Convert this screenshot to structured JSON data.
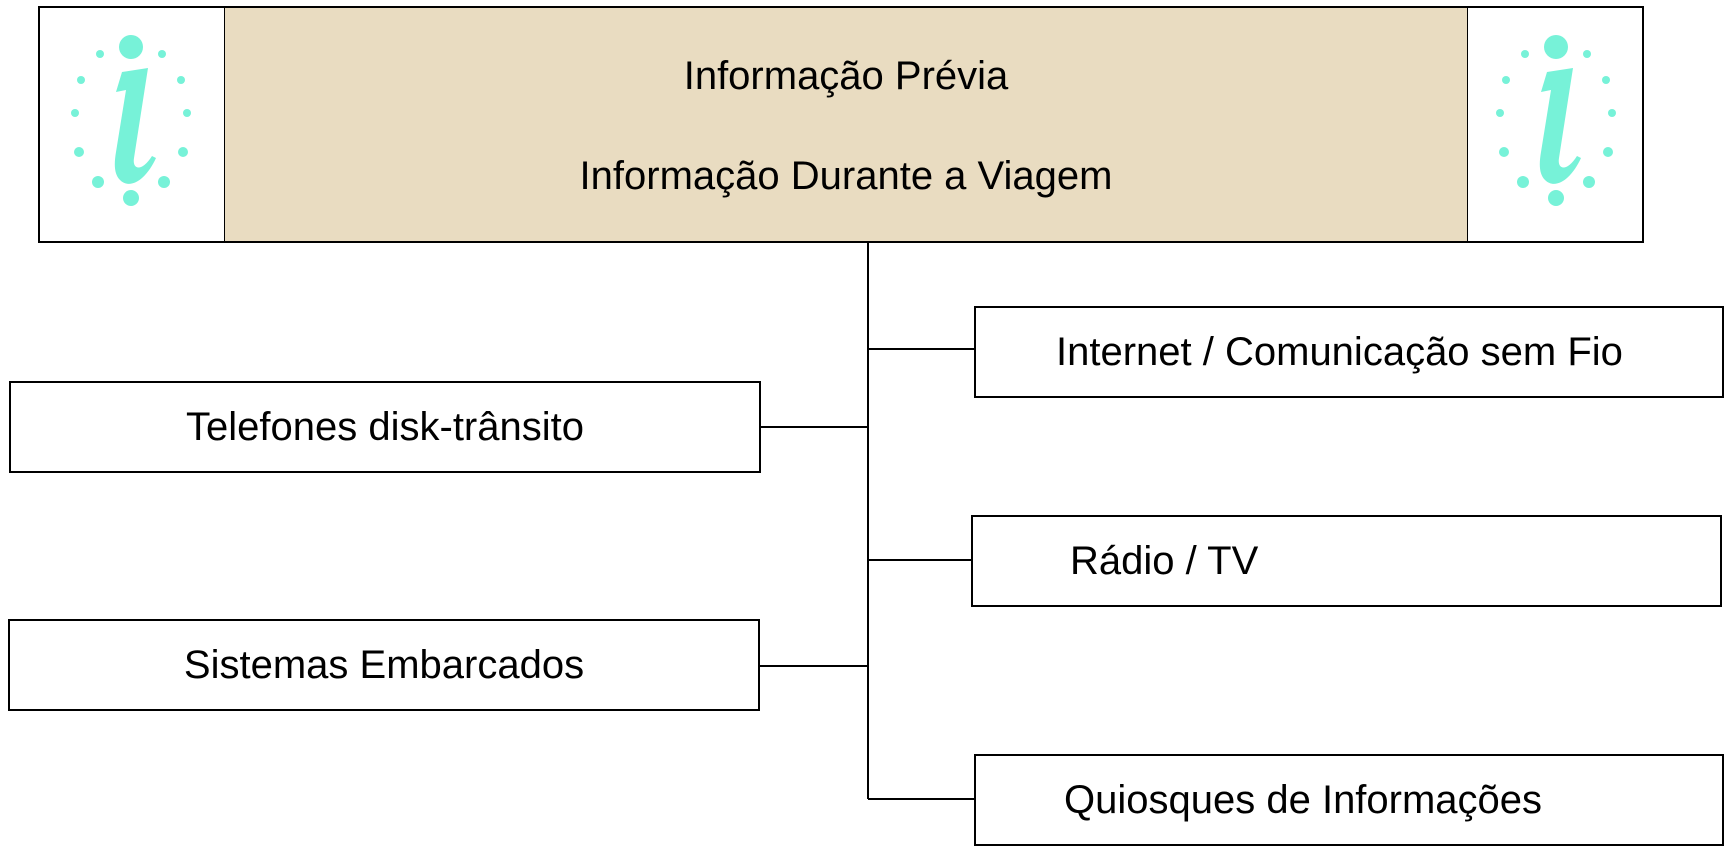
{
  "header": {
    "line1": "Informação Prévia",
    "line2": "Informação Durante a Viagem",
    "background_color": "#e9dcc1",
    "icon_color": "#77f2d8",
    "icon_name": "info-icon"
  },
  "left_items": [
    {
      "label": "Telefones disk-trânsito"
    },
    {
      "label": "Sistemas Embarcados"
    }
  ],
  "right_items": [
    {
      "label": "Internet / Comunicação sem Fio"
    },
    {
      "label": "Rádio / TV"
    },
    {
      "label": "Quiosques de Informações"
    }
  ]
}
